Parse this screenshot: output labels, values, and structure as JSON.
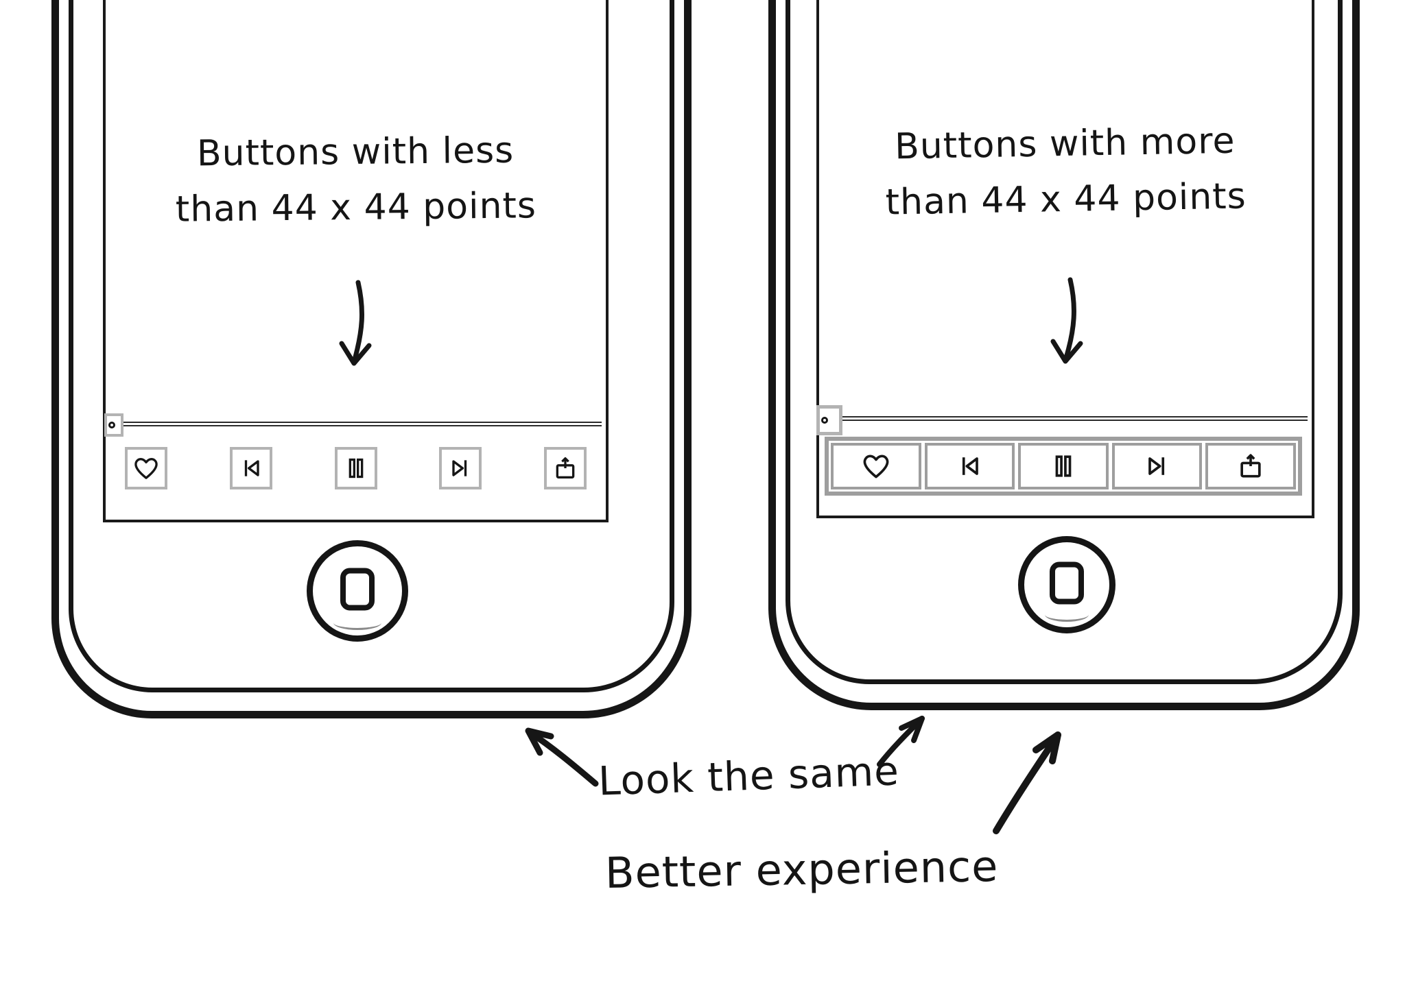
{
  "left_phone": {
    "label_line1": "Buttons with less",
    "label_line2": "than 44 x 44 points",
    "toolbar_icons": [
      "heart-icon",
      "previous-track-icon",
      "pause-icon",
      "next-track-icon",
      "share-icon"
    ]
  },
  "right_phone": {
    "label_line1": "Buttons with more",
    "label_line2": "than 44 x 44 points",
    "toolbar_icons": [
      "heart-icon",
      "previous-track-icon",
      "pause-icon",
      "next-track-icon",
      "share-icon"
    ]
  },
  "captions": {
    "look_same": "Look the same",
    "better_experience": "Better experience"
  },
  "colors": {
    "ink": "#161616",
    "tap_target_gray": "#b3b3b3",
    "big_target_gray": "#9e9e9e"
  }
}
